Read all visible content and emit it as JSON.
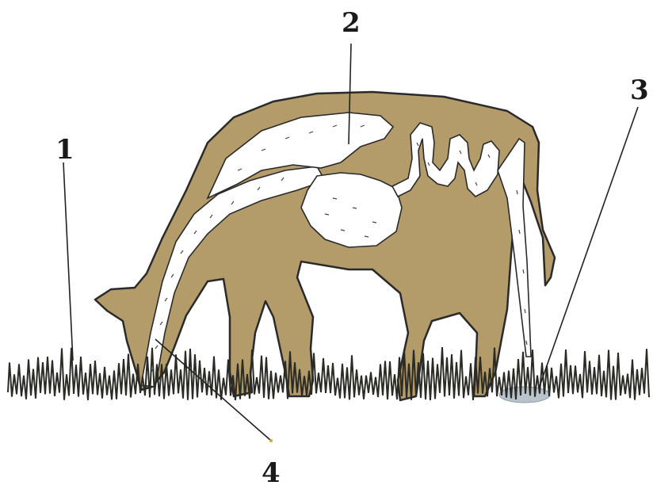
{
  "labels": {
    "one": "1",
    "two": "2",
    "three": "3",
    "four": "4"
  },
  "colors": {
    "body": "#b39b6a",
    "outline": "#2a2a2a",
    "tract": "#ffffff",
    "grass": "#2b2b26",
    "dung": "#b8c4cc"
  }
}
